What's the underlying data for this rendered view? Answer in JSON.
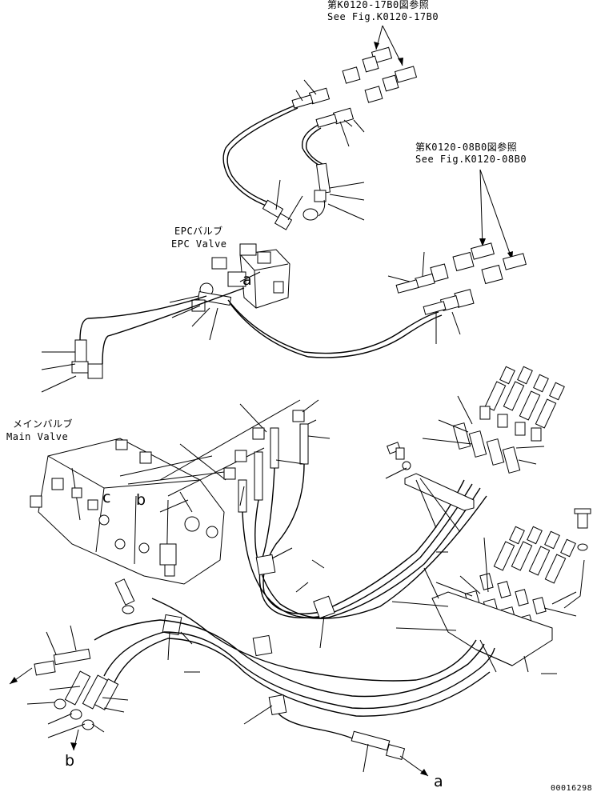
{
  "references": {
    "top": {
      "jp": "第K0120-17B0図参照",
      "en": "See Fig.K0120-17B0"
    },
    "right": {
      "jp": "第K0120-08B0図参照",
      "en": "See Fig.K0120-08B0"
    }
  },
  "components": {
    "epc_valve": {
      "jp": "EPCバルブ",
      "en": "EPC Valve"
    },
    "main_valve": {
      "jp": "メインバルブ",
      "en": "Main Valve"
    }
  },
  "markers": {
    "a_valve": "a",
    "a_end": "a",
    "b_valve": "b",
    "b_end": "b",
    "c_valve": "c"
  },
  "figure_number": "00016298"
}
